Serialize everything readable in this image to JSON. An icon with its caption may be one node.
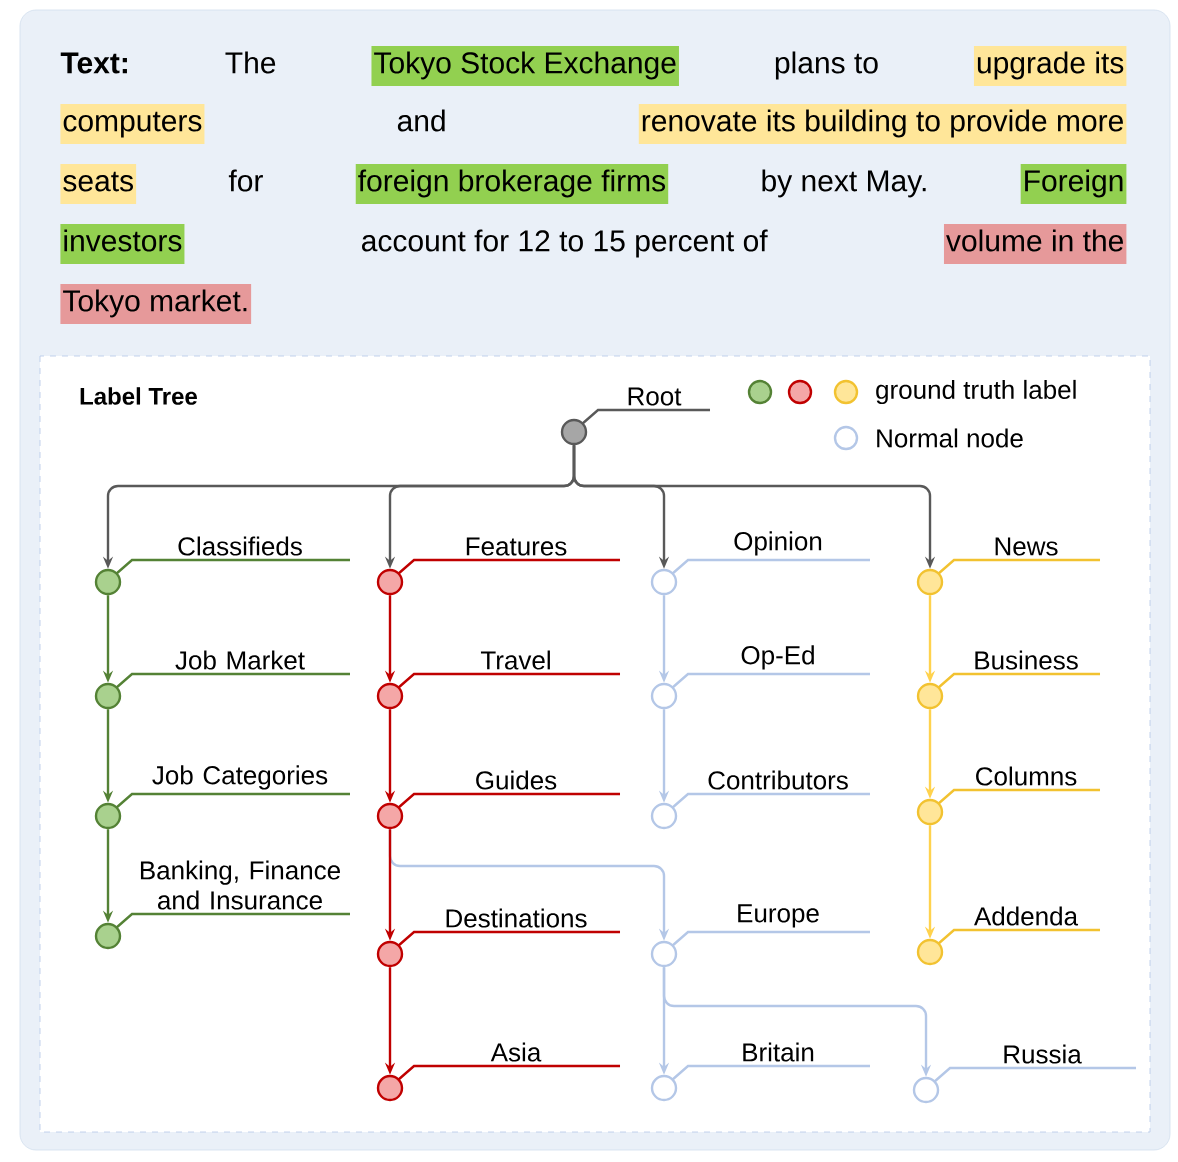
{
  "diagram": {
    "title": "Label Tree",
    "nodes": [
      {
        "text": [
          "Root"
        ]
      },
      {
        "text": [
          "Classifieds"
        ]
      },
      {
        "text": [
          "Job Market"
        ]
      },
      {
        "text": [
          "Job Categories"
        ]
      },
      {
        "text": [
          "Banking, Finance and Insurance"
        ]
      },
      {
        "text": [
          "Features"
        ]
      },
      {
        "text": [
          "Travel"
        ]
      },
      {
        "text": [
          "Guides"
        ]
      },
      {
        "text": [
          "Destinations"
        ]
      },
      {
        "text": [
          "Asia"
        ]
      },
      {
        "text": [
          "Opinion"
        ]
      },
      {
        "text": [
          "Op-Ed"
        ]
      },
      {
        "text": [
          "Contributors"
        ]
      },
      {
        "text": [
          "Europe"
        ]
      },
      {
        "text": [
          "Britain"
        ]
      },
      {
        "text": [
          "Russia"
        ]
      },
      {
        "text": [
          "News"
        ]
      },
      {
        "text": [
          "Business"
        ]
      },
      {
        "text": [
          "Columns"
        ]
      },
      {
        "text": [
          "Addenda"
        ]
      }
    ],
    "edges": [
      {
        "from": 0,
        "to": 1,
        "arrow": "to",
        "color": "#595959"
      },
      {
        "from": 0,
        "to": 5,
        "arrow": "to",
        "color": "#595959"
      },
      {
        "from": 0,
        "to": 10,
        "arrow": "to",
        "color": "#595959"
      },
      {
        "from": 0,
        "to": 16,
        "arrow": "to",
        "color": "#595959"
      },
      {
        "from": 1,
        "to": 2,
        "arrow": "to",
        "color": "#548235"
      },
      {
        "from": 2,
        "to": 3,
        "arrow": "to",
        "color": "#548235"
      },
      {
        "from": 3,
        "to": 4,
        "arrow": "to",
        "color": "#548235"
      },
      {
        "from": 7,
        "to": 13,
        "arrow": "to"
      },
      {
        "from": 5,
        "to": 6,
        "arrow": "to",
        "color": "#c00000"
      },
      {
        "from": 6,
        "to": 7,
        "arrow": "to",
        "color": "#c00000"
      },
      {
        "from": 7,
        "to": 8,
        "arrow": "to",
        "color": "#c00000"
      },
      {
        "from": 8,
        "to": 9,
        "arrow": "to",
        "color": "#c00000"
      },
      {
        "from": 10,
        "to": 11,
        "arrow": "to"
      },
      {
        "from": 11,
        "to": 12,
        "arrow": "to"
      },
      {
        "from": 13,
        "to": 15,
        "arrow": "to"
      },
      {
        "from": 13,
        "to": 14,
        "arrow": "to"
      },
      {
        "from": 16,
        "to": 17,
        "arrow": "to",
        "color": "#ffd24d"
      },
      {
        "from": 17,
        "to": 18,
        "arrow": "to",
        "color": "#ffd24d"
      },
      {
        "from": 18,
        "to": 19,
        "arrow": "to",
        "color": "#ffd24d"
      }
    ],
    "labels": [
      "Text:",
      "The",
      "Tokyo Stock Exchange",
      "plans to",
      "upgrade its",
      "computers",
      "and",
      "renovate its building to provide more",
      "seats",
      "for",
      "foreign brokerage firms",
      "by next May.",
      "Foreign",
      "investors",
      "account for 12 to 15 percent of",
      "volume in the",
      "Tokyo market."
    ],
    "legend": [
      {
        "text": "ground truth label"
      },
      {
        "text": "Normal node"
      }
    ]
  }
}
